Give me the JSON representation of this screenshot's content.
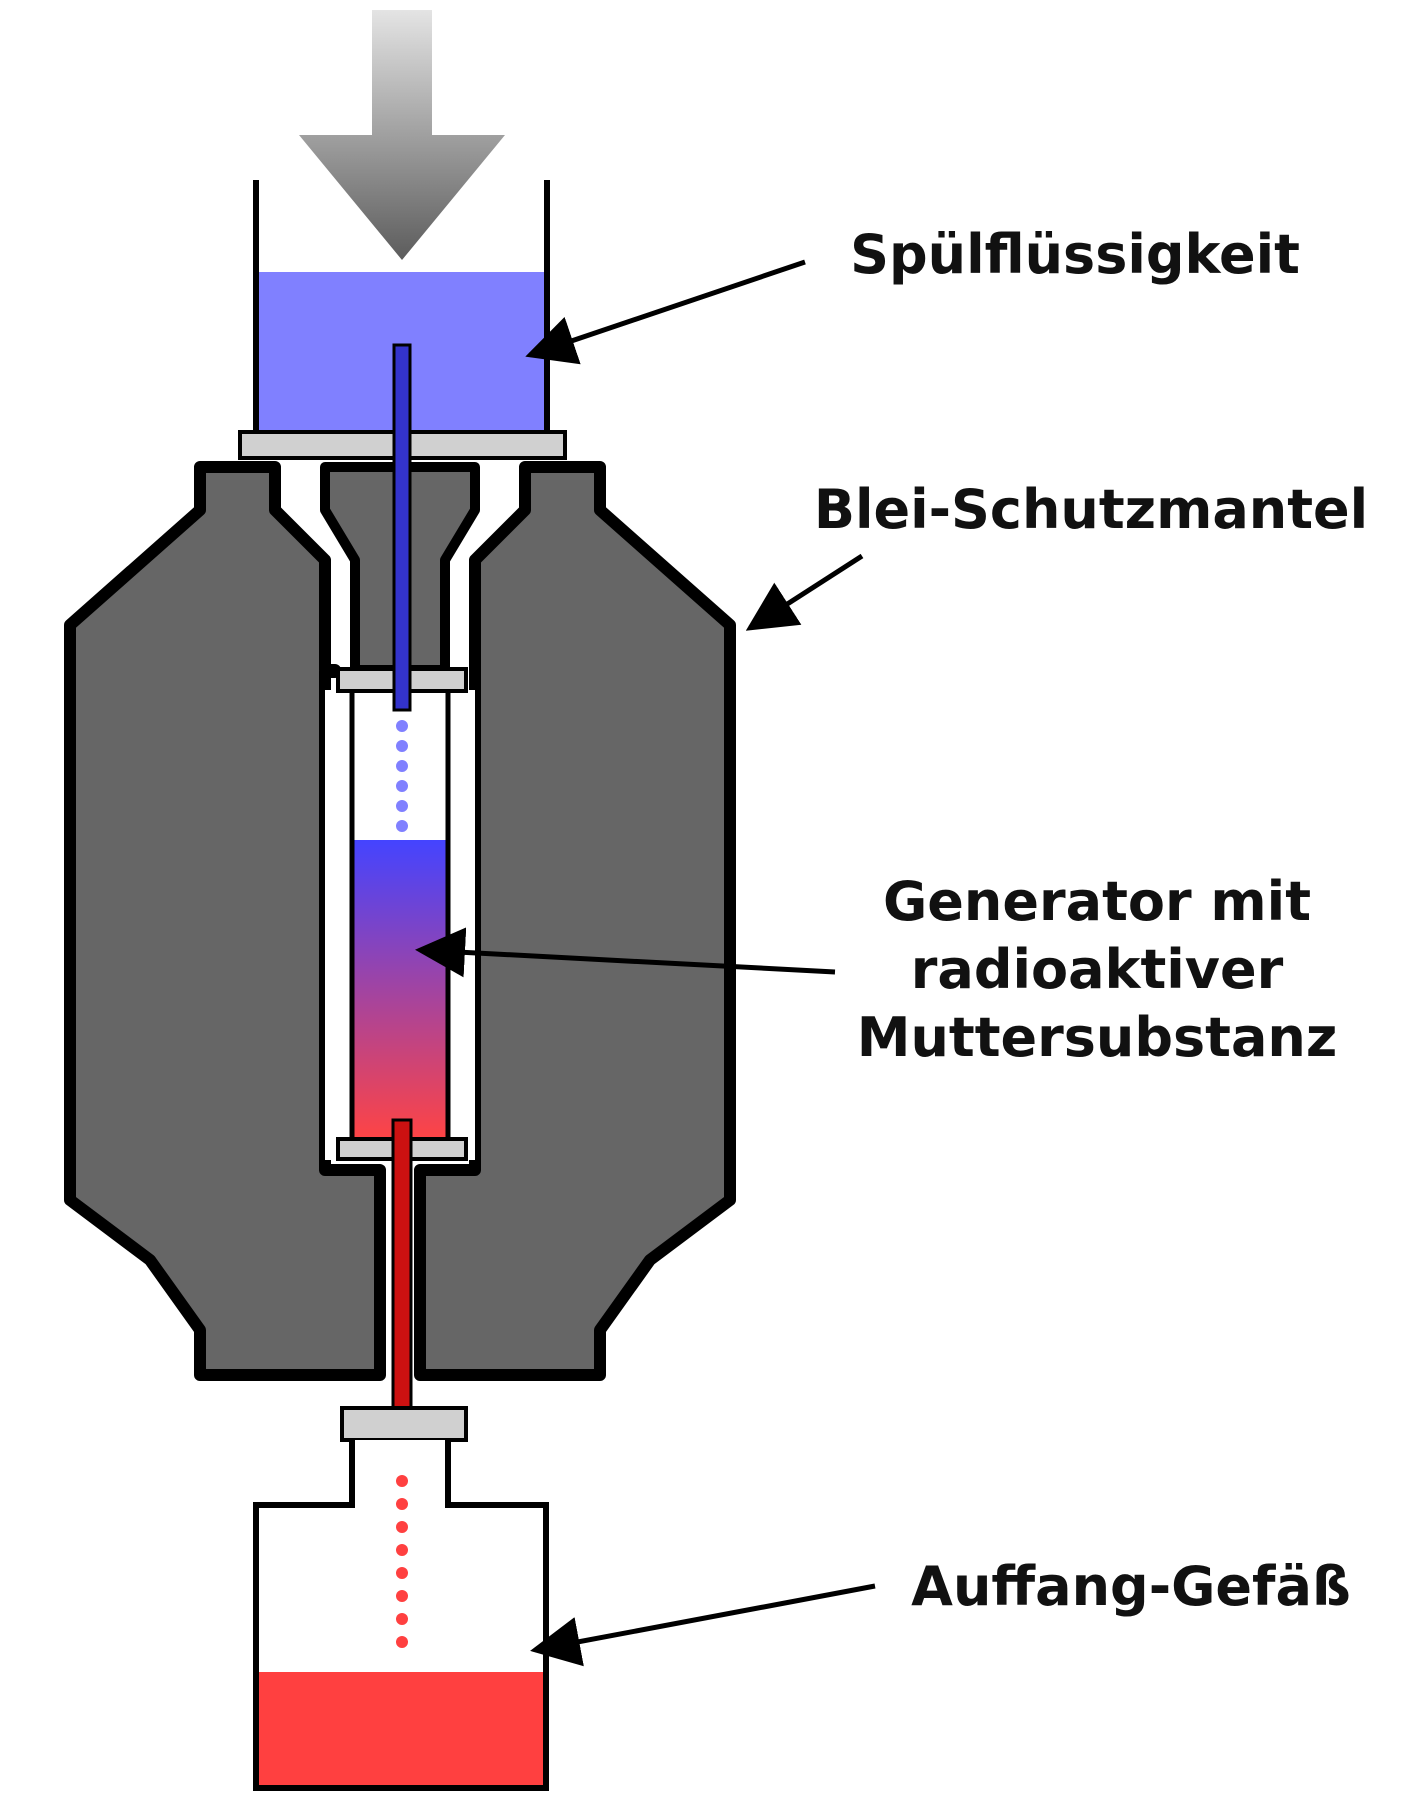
{
  "labels": {
    "rinse_liquid": "Spülflüssigkeit",
    "lead_shield": "Blei-Schutzmantel",
    "generator_line1": "Generator mit",
    "generator_line2": "radioaktiver",
    "generator_line3": "Muttersubstanz",
    "collection_vessel": "Auffang-Gefäß"
  },
  "colors": {
    "rinse_liquid": "#8080ff",
    "shield": "#666666",
    "outline": "#000000",
    "seal": "#d0d0d0",
    "generator_top": "#4444ff",
    "generator_bottom": "#ff4444",
    "eluate": "#ff4040",
    "inlet_tube": "#3333cc",
    "outlet_tube": "#cc1111",
    "arrow_light": "#d0d0d0",
    "arrow_dark": "#666666"
  },
  "icons": {
    "flow_arrow": "down-arrow-icon"
  }
}
